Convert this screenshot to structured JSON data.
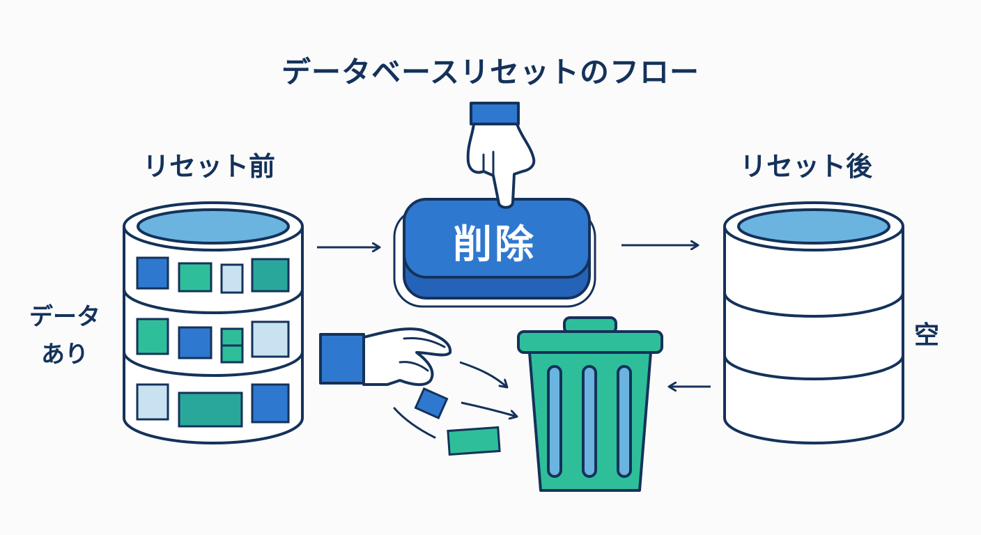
{
  "diagram": {
    "title": "データベースリセットのフロー",
    "before_label": "リセット前",
    "after_label": "リセット後",
    "data_label_line1": "データ",
    "data_label_line2": "あり",
    "delete_button_label": "削除",
    "empty_label": "空"
  },
  "colors": {
    "outline": "#14325a",
    "blue": "#2f78cf",
    "light_blue": "#6bb4df",
    "teal": "#2ebf9a",
    "pale_blue": "#c8e2f1"
  }
}
